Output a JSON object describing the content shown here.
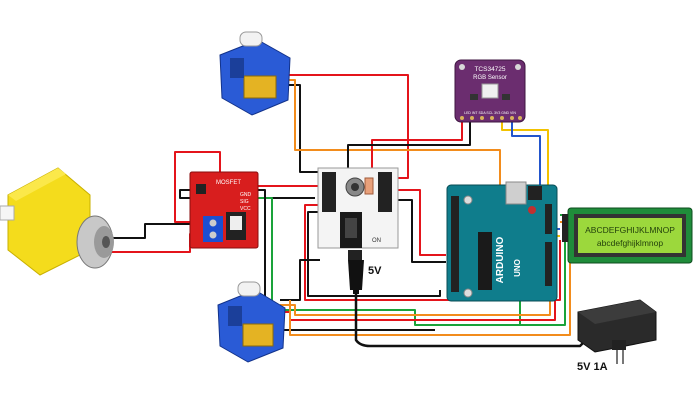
{
  "rgb_sensor": {
    "part_number": "TCS34725",
    "name": "RGB Sensor",
    "pin_labels": "LED INT SDA SCL 3V3 GND VIN"
  },
  "mosfet_module": {
    "title": "MOSFET",
    "pin_gnd": "GND",
    "pin_sig": "SIG",
    "pin_vcc": "VCC"
  },
  "power_board": {
    "on_label": "ON"
  },
  "arduino": {
    "brand": "ARDUINO",
    "model": "UNO"
  },
  "lcd": {
    "line1": "ABCDEFGHIJKLMNOP",
    "line2": "abcdefghijklmnop"
  },
  "labels": {
    "five_volt": "5V",
    "adapter": "5V 1A"
  },
  "colors": {
    "red_wire": "#e4141b",
    "black_wire": "#111111",
    "orange_wire": "#f28c1c",
    "green_wire": "#1aa33a",
    "blue_wire": "#2255cc",
    "yellow_wire": "#f2c200",
    "arduino_teal": "#0f7d8c",
    "lcd_green": "#9cd83c",
    "sensor_purple": "#6b2d6f",
    "servo_blue": "#2a5bd6",
    "mosfet_red": "#d81e1e",
    "motor_yellow": "#f4dc1c"
  }
}
